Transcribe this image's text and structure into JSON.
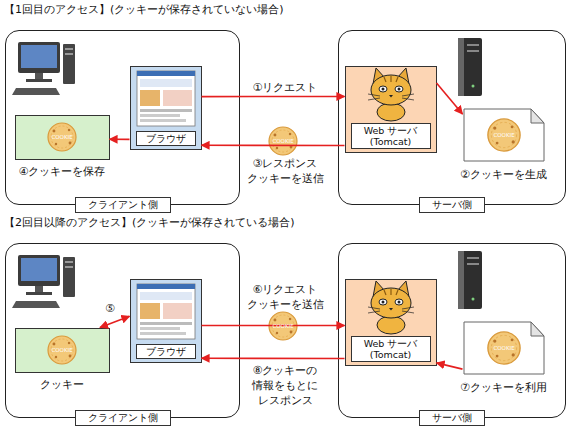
{
  "diagram": {
    "nodes": [
      {
        "text": [
          "クライアント側"
        ]
      },
      {
        "text": [
          "④クッキーを保存"
        ],
        "in": 0
      },
      {
        "text": [
          "ブラウザ"
        ],
        "in": 0
      },
      {
        "text": [
          "サーバ側"
        ]
      },
      {
        "text": [
          "Web サーバ (Tomcat)"
        ],
        "in": 3
      },
      {
        "text": [
          "②クッキーを生成"
        ],
        "in": 3
      },
      {
        "text": [
          "クライアント側"
        ]
      },
      {
        "text": [
          "クッキー"
        ],
        "in": 6
      },
      {
        "text": [
          "ブラウザ"
        ],
        "in": 6
      },
      {
        "text": [
          "サーバ側"
        ]
      },
      {
        "text": [
          "Web サーバ (Tomcat)"
        ],
        "in": 9
      },
      {
        "text": [
          "⑦クッキーを利用"
        ],
        "in": 9
      }
    ],
    "edges": [
      {
        "from": 2,
        "to": 4,
        "label": "①リクエスト",
        "arrow": "to"
      },
      {
        "from": 4,
        "to": 2,
        "label": "③レスポンス クッキーを送信",
        "arrow": "to"
      },
      {
        "from": 4,
        "to": 5,
        "arrow": "to"
      },
      {
        "from": 2,
        "to": 1,
        "arrow": "to"
      },
      {
        "from": 8,
        "to": 7,
        "label": "⑤",
        "arrow": "both"
      },
      {
        "from": 8,
        "to": 10,
        "label": "⑥リクエスト クッキーを送信",
        "arrow": "to"
      },
      {
        "from": 10,
        "to": 8,
        "label": "⑧クッキーの 情報をもとに レスポンス",
        "arrow": "to"
      },
      {
        "from": 11,
        "to": 10,
        "arrow": "to"
      }
    ],
    "labels": [
      "【1回目のアクセス】(クッキーが保存されていない場合)",
      "【2回目以降のアクセス】(クッキーが保存されている場合)",
      "COOKIE",
      "COOKIE",
      "COOKIE",
      "COOKIE",
      "COOKIE",
      "COOKIE"
    ]
  }
}
